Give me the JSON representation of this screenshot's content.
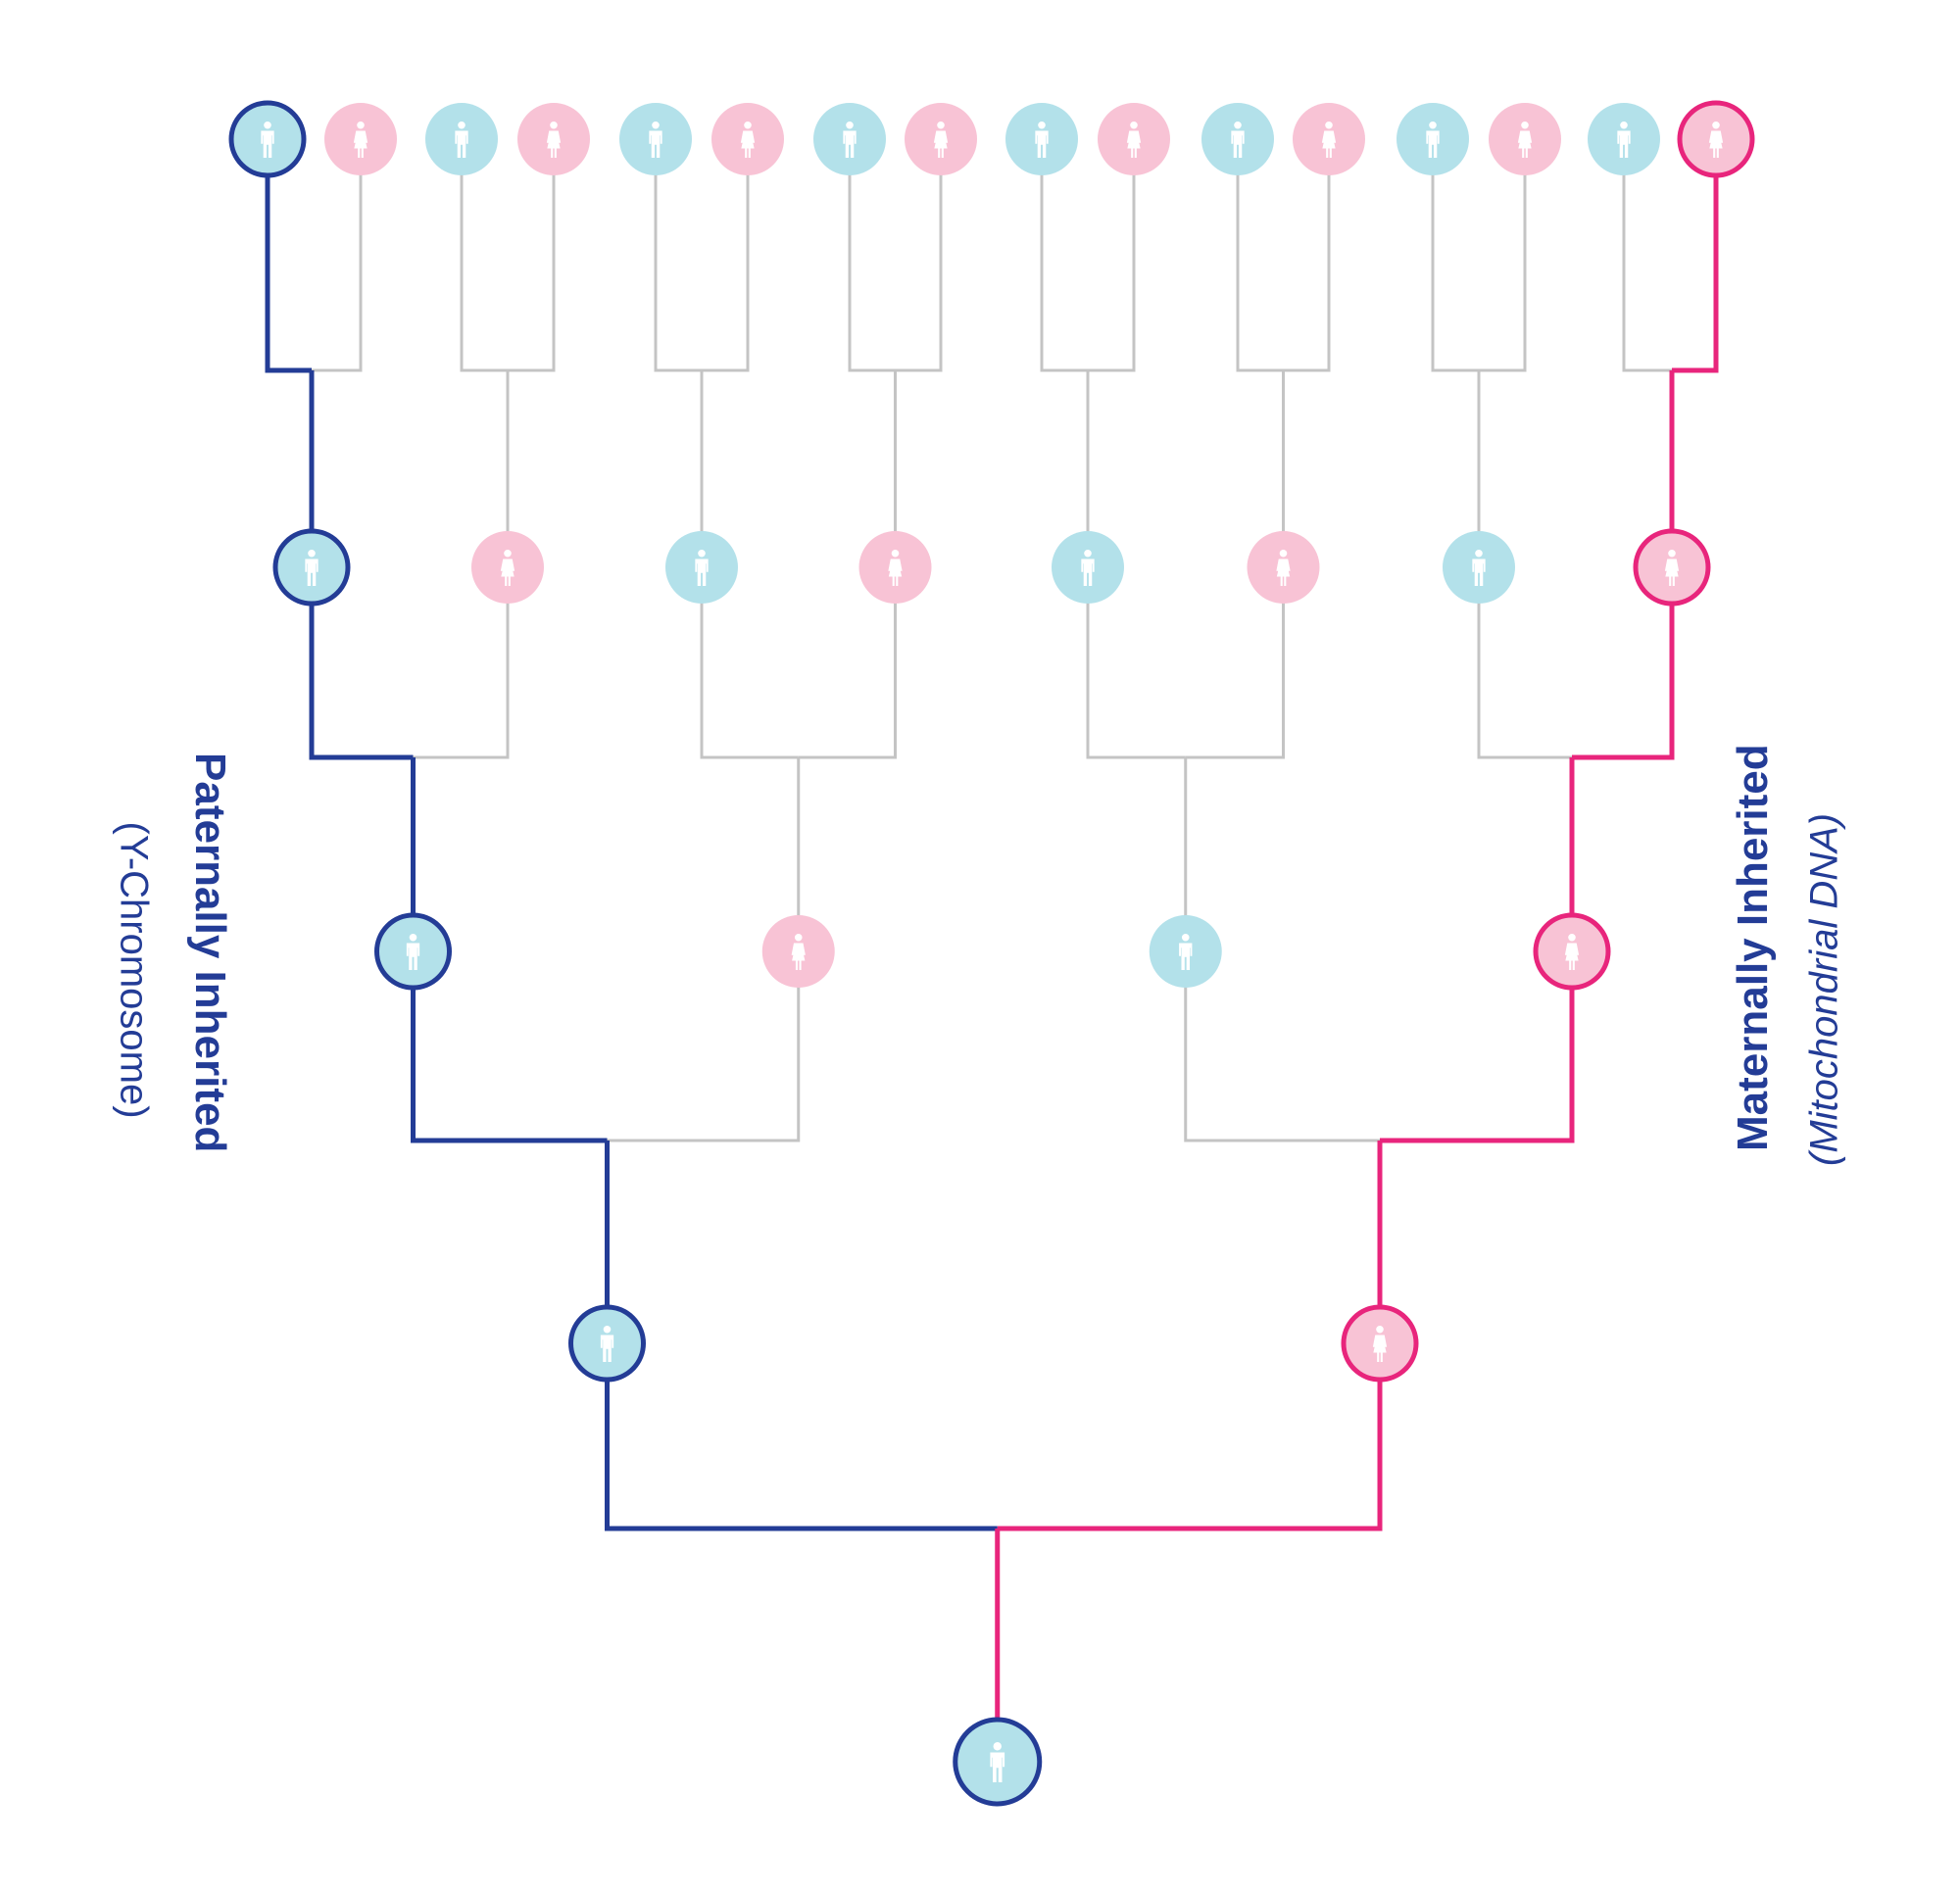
{
  "colors": {
    "paternal_line": "#233c96",
    "maternal_line": "#e8257c",
    "neutral_line": "#c4c4c4",
    "male_fill": "#b3e1ea",
    "female_fill": "#f8c3d5",
    "figure": "#ffffff",
    "label_text": "#233c96"
  },
  "labels": {
    "paternal_title": "Paternally Inherited",
    "paternal_subtitle": "(Y-Chromosome)",
    "maternal_title": "Maternally Inherited",
    "maternal_subtitle": "(Mitochondrial DNA)"
  },
  "generations": [
    {
      "index": 0,
      "people": [
        {
          "sex": "male",
          "lineage": "none"
        }
      ]
    },
    {
      "index": 1,
      "people": [
        {
          "sex": "male",
          "lineage": "paternal"
        },
        {
          "sex": "female",
          "lineage": "maternal"
        }
      ]
    },
    {
      "index": 2,
      "people": [
        {
          "sex": "male",
          "lineage": "paternal"
        },
        {
          "sex": "female",
          "lineage": "none"
        },
        {
          "sex": "male",
          "lineage": "none"
        },
        {
          "sex": "female",
          "lineage": "maternal"
        }
      ]
    },
    {
      "index": 3,
      "people": [
        {
          "sex": "male",
          "lineage": "paternal"
        },
        {
          "sex": "female",
          "lineage": "none"
        },
        {
          "sex": "male",
          "lineage": "none"
        },
        {
          "sex": "female",
          "lineage": "none"
        },
        {
          "sex": "male",
          "lineage": "none"
        },
        {
          "sex": "female",
          "lineage": "none"
        },
        {
          "sex": "male",
          "lineage": "none"
        },
        {
          "sex": "female",
          "lineage": "maternal"
        }
      ]
    },
    {
      "index": 4,
      "people": [
        {
          "sex": "male",
          "lineage": "paternal"
        },
        {
          "sex": "female",
          "lineage": "none"
        },
        {
          "sex": "male",
          "lineage": "none"
        },
        {
          "sex": "female",
          "lineage": "none"
        },
        {
          "sex": "male",
          "lineage": "none"
        },
        {
          "sex": "female",
          "lineage": "none"
        },
        {
          "sex": "male",
          "lineage": "none"
        },
        {
          "sex": "female",
          "lineage": "none"
        },
        {
          "sex": "male",
          "lineage": "none"
        },
        {
          "sex": "female",
          "lineage": "none"
        },
        {
          "sex": "male",
          "lineage": "none"
        },
        {
          "sex": "female",
          "lineage": "none"
        },
        {
          "sex": "male",
          "lineage": "none"
        },
        {
          "sex": "female",
          "lineage": "none"
        },
        {
          "sex": "male",
          "lineage": "none"
        },
        {
          "sex": "female",
          "lineage": "maternal"
        }
      ]
    }
  ]
}
